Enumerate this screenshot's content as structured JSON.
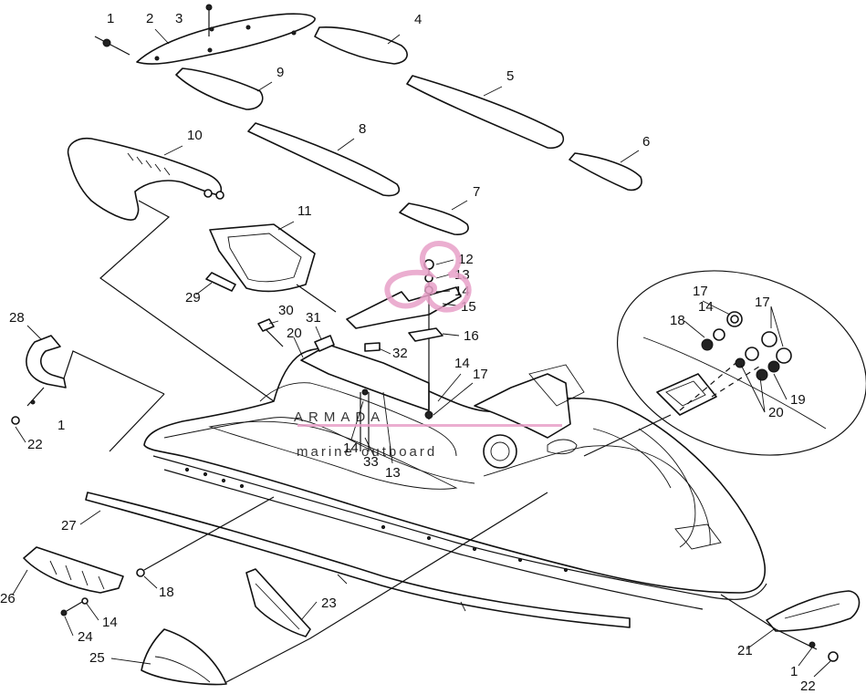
{
  "watermark": {
    "brand": "ARMADA",
    "tagline": "marine outboard"
  },
  "callouts": [
    "1",
    "2",
    "3",
    "4",
    "5",
    "6",
    "7",
    "8",
    "9",
    "10",
    "11",
    "12",
    "13",
    "14",
    "15",
    "16",
    "17",
    "18",
    "19",
    "20",
    "21",
    "22",
    "23",
    "24",
    "25",
    "26",
    "27",
    "28",
    "29",
    "30",
    "31",
    "32",
    "33"
  ],
  "extra_callouts": {
    "one_b": "1",
    "one_c": "1",
    "thirteen_b": "13",
    "fourteen_b": "14",
    "fourteen_c": "14",
    "fourteen_d": "14",
    "fourteen_e": "14",
    "seventeen_b": "17",
    "seventeen_c": "17",
    "eighteen_b": "18",
    "twenty_b": "20",
    "twentytwo_b": "22"
  },
  "colors": {
    "line": "#111111",
    "watermark_logo": "#e8a0c8",
    "watermark_text": "#c9c9c9"
  }
}
